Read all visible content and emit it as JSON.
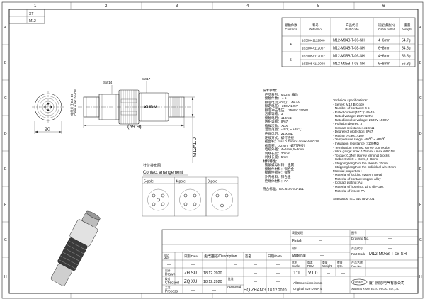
{
  "zones": {
    "top": [
      "1",
      "2",
      "3",
      "4",
      "5",
      "6"
    ],
    "side": [
      "A",
      "B",
      "C",
      "D",
      "E",
      "F",
      "G",
      "H"
    ]
  },
  "corner_box": {
    "line1": "XT",
    "line2": "M12"
  },
  "parts_table": {
    "headers": [
      {
        "cn": "接触件数",
        "en": "Contacts"
      },
      {
        "cn": "料号",
        "en": "Order No."
      },
      {
        "cn": "产品代号",
        "en": "Part Code"
      },
      {
        "cn": "适配线径(D)",
        "en": "Cable outlet"
      },
      {
        "cn": "重量",
        "en": "Weight"
      }
    ],
    "rows": [
      {
        "contacts": "4",
        "order": "1630041112006",
        "part": "M12-M04B-T-06-SH",
        "cable": "4~6mm",
        "weight": "54.7g"
      },
      {
        "contacts": "",
        "order": "1630044112007",
        "part": "M12-M04B-T-08-SH",
        "cable": "6~8mm",
        "weight": "54.5g"
      },
      {
        "contacts": "5",
        "order": "1630054112007",
        "part": "M12-M05B-T-06-SH",
        "cable": "4~6mm",
        "weight": "56.5g"
      },
      {
        "contacts": "",
        "order": "1630054112008",
        "part": "M12-M05B-T-08-SH",
        "cable": "6~8mm",
        "weight": "56.3g"
      }
    ]
  },
  "drawing": {
    "dim_20": "20",
    "dim_599": "(59.9)",
    "dim_m12": "M12*1.0",
    "sw14": "SW14",
    "sw17": "SW17",
    "cable_label_cn": "电缆外径 D4~D8",
    "cable_label_en": "Cable outlet D4~D8",
    "nut_brand": "XUDM",
    "pin_cn": "针位排布图",
    "pin_en": "Contact arrangement",
    "poles": [
      "5-pole",
      "4-pole",
      "3-pole"
    ]
  },
  "spec_cn": {
    "title": "技术参数：",
    "lines": [
      "· 产品系列：M12-B 编码",
      "· 接触件数：            4        5",
      "· 额定电流(40℃)：       4A       4A",
      "· 额定电压：          250V     125V",
      "· 额定冲击电压：      2500V    1500V",
      "· 污染等级：3",
      "· 接触电阻：≤10mΩ",
      "· 防护等级：IP67",
      "· 插拔次数：>100",
      "· 温度范围：-40℃ ~ +85℃",
      "· 绝缘电阻：≥100MΩ",
      "· 连接方式：螺钉连接",
      "· 截面积：max.0.75mm² / max.AWG18",
      "· 截面积：0.2Nm（螺钉连接）",
      "· 电缆外径：4~6mm,6~8mm",
      "· 剥线长度：20mm",
      "· 剥线长度：5mm",
      "材料特性：",
      "· 锁紧螺母材料：金属",
      "· 接触件材料：铜合金",
      "· 接触件镀层：镀金",
      "· 外壳材料：锌合金",
      "· 绝缘体材料：PA",
      "",
      "符合标准：IEC 61076-2-101"
    ]
  },
  "spec_en": {
    "title": "Technical specifications:",
    "lines": [
      "· Series: M12 B-Code",
      "· Number of contacts:        4        5",
      "· Rated current(40℃):        4A       4A",
      "· Rated voltage:           250V     125V",
      "· Rated impulse voltage:  2500V    1500V",
      "· Pollution degree: 3",
      "· Contact resistance: ≤10mΩ",
      "· Degree of protection: IP67",
      "· Mating cycles: >100",
      "· Temperature range: -40℃ ~ +85℃",
      "· Insulation resistance: >100MΩ",
      "· Termination method: screw connection",
      "· Wire gauge: max.0.75mm² / max.AWG18",
      "· Torque: 0.2Nm (screw terminal blocks)",
      "· Cable Outlet: 4~6mm,6~8mm",
      "· Stripping length of the sheath: 20mm",
      "· Stripping length of the individual wire:5mm",
      "Material properties :",
      "· Material of locking system: Metal",
      "· Material of contact: copper alloy",
      "· Contact plating: Au",
      "· Material of housing : Zinc die-cast",
      "· Material of insert: PA",
      "",
      "Standards: IEC 61076-2-101"
    ]
  },
  "title_block": {
    "finish_cn": "表面处理",
    "finish_en": "Finish",
    "finish_val": "—",
    "drawing_no_cn": "图号",
    "drawing_no_en": "Drawing No.",
    "drawing_no_val": "—",
    "material_cn": "材料",
    "material_en": "Material",
    "material_val": "—",
    "part_code_cn": "产品代号",
    "part_code_en": "Part Code",
    "part_code_val": "M12-M0xB-T-0x-SH",
    "part_no_cn": "产品名称",
    "part_no_en": "Part No.",
    "part_no_val": "—",
    "rev_hdr": {
      "mark": "标记\nMark",
      "times": "处数\nTimes",
      "date": "日期\nDate",
      "desc": "更改描述/Description",
      "sign": "签名\nSignature",
      "date2": "日期\nDate"
    },
    "rev_vals": {
      "mark": "—",
      "times": "—",
      "date": "—",
      "sign": "—",
      "date2": "—"
    },
    "people": [
      {
        "role_cn": "设计",
        "role_en": "Drawn",
        "name": "ZH  SU",
        "date": "18.12.2020"
      },
      {
        "role_cn": "校对",
        "role_en": "Checked",
        "name": "ZQ  XU",
        "date": "18.12.2020"
      },
      {
        "role_cn": "工艺",
        "role_en": "Process",
        "name": "—",
        "date": "—"
      }
    ],
    "approved": {
      "role_cn": "批准",
      "role_en": "Approved",
      "name": "HQ  ZHANG",
      "date": "18.12.2020"
    },
    "scale_cn": "比例",
    "scale_en": "Scale",
    "scale_val": "1:1",
    "rev_cn": "版本",
    "rev_en": "REV.",
    "rev_val": "V1.0",
    "weight_cn": "重量",
    "weight_en": "Weight",
    "weight_val": "—",
    "qty_cn": "数量",
    "qty_en": "Qty.",
    "qty_val": "—",
    "dims_note1": "All Dimensions in mm",
    "dims_note2": "Original Size DIN A 4",
    "company_cn": "厦门煦恩电气有限公司",
    "company_en": "XIAMEN XHAN ELECTRICAL CO.,LTD",
    "logo": "XUDMT"
  }
}
